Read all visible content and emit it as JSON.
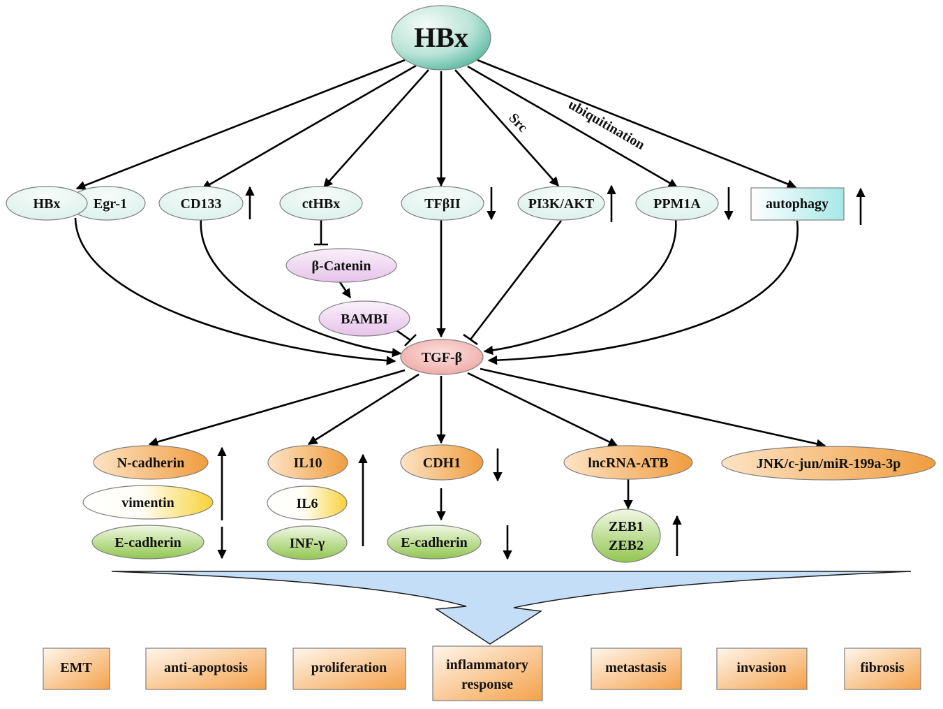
{
  "colors": {
    "teal_node": "#d9f0ea",
    "hbx_main": "#3fae95",
    "pink_node": "#e6c3ea",
    "red_node": "#eb9b97",
    "orange_node": "#f09d3f",
    "yellow_node": "#f7d238",
    "green_node": "#91c650",
    "autophagy_box": "#a6e8e6",
    "output_box": "#f4a14a",
    "funnel": "#c5def7"
  },
  "nodes": {
    "hbx_main": "HBx",
    "hbx_small": "HBx",
    "egr1": "Egr-1",
    "cd133": "CD133",
    "cthbx": "ctHBx",
    "tfbii": "TFβII",
    "pi3k_akt": "PI3K/AKT",
    "ppm1a": "PPM1A",
    "autophagy": "autophagy",
    "beta_catenin": "β-Catenin",
    "bambi": "BAMBI",
    "tgf_beta": "TGF-β",
    "n_cadherin": "N-cadherin",
    "vimentin": "vimentin",
    "e_cadherin_left": "E-cadherin",
    "il10": "IL10",
    "il6": "IL6",
    "inf_gamma": "INF-γ",
    "cdh1": "CDH1",
    "e_cadherin_mid": "E-cadherin",
    "lncrna_atb": "lncRNA-ATB",
    "zeb1": "ZEB1",
    "zeb2": "ZEB2",
    "jnk": "JNK/c-jun/miR-199a-3p"
  },
  "edge_labels": {
    "src": "Src",
    "ubiquitination": "ubiquitination"
  },
  "outcomes": {
    "emt": "EMT",
    "anti_apoptosis": "anti-apoptosis",
    "proliferation": "proliferation",
    "inflammatory_line1": "inflammatory",
    "inflammatory_line2": "response",
    "metastasis": "metastasis",
    "invasion": "invasion",
    "fibrosis": "fibrosis"
  },
  "regulation": {
    "cd133": "up",
    "tfbii": "down",
    "pi3k_akt": "up",
    "ppm1a": "down",
    "autophagy": "up",
    "n_cadherin_vimentin": "up",
    "e_cadherin_left": "down",
    "il10_il6_inf_gamma": "up",
    "cdh1": "down",
    "e_cadherin_mid": "down",
    "zeb1_zeb2": "up"
  }
}
